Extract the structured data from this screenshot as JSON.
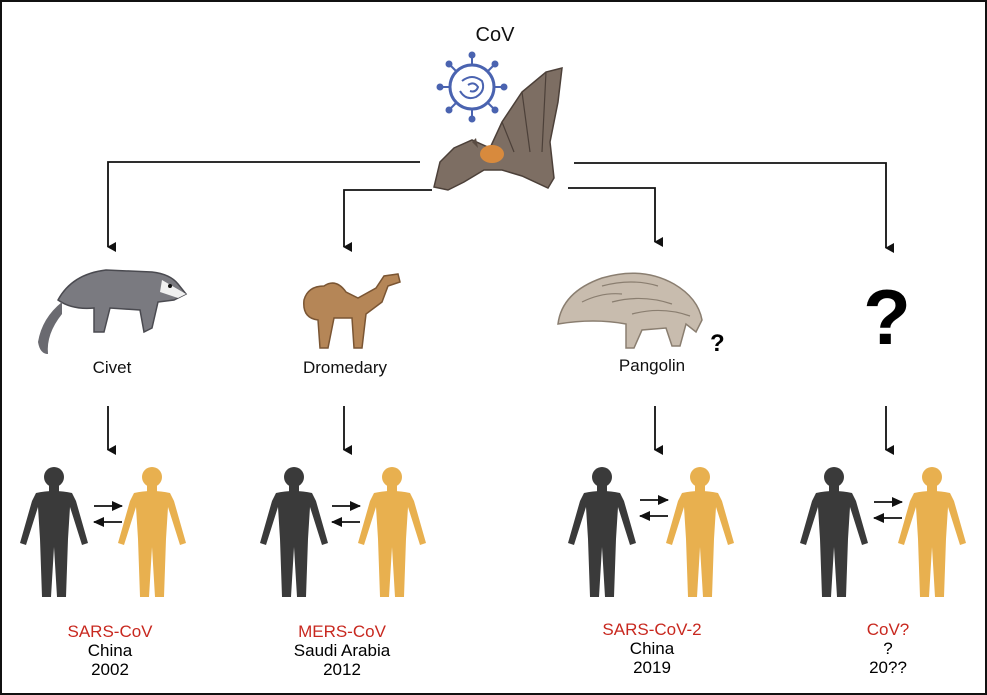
{
  "title": "CoV",
  "reservoir": {
    "icon": "bat-icon",
    "virus_icon": "virus-icon"
  },
  "hosts": [
    {
      "name": "Civet",
      "icon": "civet-icon"
    },
    {
      "name": "Dromedary",
      "icon": "camel-icon"
    },
    {
      "name": "Pangolin",
      "icon": "pangolin-icon",
      "uncertain_mark": "?"
    },
    {
      "name": "",
      "icon": "unknown-host-icon",
      "unknown_mark": "?"
    }
  ],
  "outbreaks": [
    {
      "virus": "SARS-CoV",
      "location": "China",
      "year": "2002"
    },
    {
      "virus": "MERS-CoV",
      "location": "Saudi Arabia",
      "year": "2012"
    },
    {
      "virus": "SARS-CoV-2",
      "location": "China",
      "year": "2019"
    },
    {
      "virus": "CoV?",
      "location": "?",
      "year": "20??"
    }
  ],
  "colors": {
    "virus_name": "#c8281f",
    "human_infected": "#3a3a3a",
    "human_new": "#e8b04f",
    "bat_body": "#7d6e63",
    "arrow": "#111111"
  }
}
